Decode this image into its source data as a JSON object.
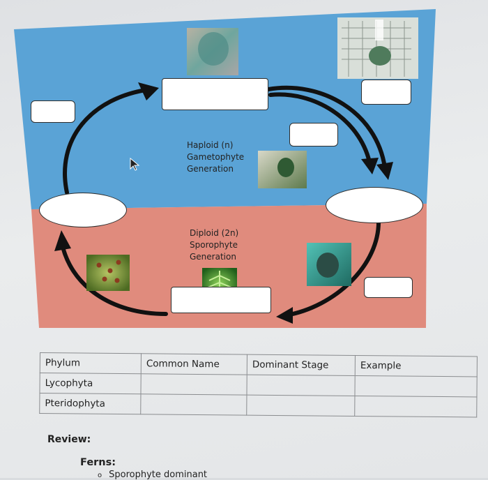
{
  "diagram": {
    "haploid_label": [
      "Haploid (n)",
      "Gametophyte",
      "Generation"
    ],
    "diploid_label": [
      "Diploid (2n)",
      "Sporophyte",
      "Generation"
    ],
    "colors": {
      "haploid_zone": "#5aa3d6",
      "diploid_zone": "#e08b7d",
      "arrow": "#111111"
    }
  },
  "table": {
    "headers": [
      "Phylum",
      "Common Name",
      "Dominant Stage",
      "Example"
    ],
    "rows": [
      [
        "Lycophyta",
        "",
        "",
        ""
      ],
      [
        "Pteridophyta",
        "",
        "",
        ""
      ]
    ]
  },
  "review": {
    "heading": "Review:",
    "subheading": "Ferns:",
    "bullet_text": "Sporophyte dominant"
  }
}
